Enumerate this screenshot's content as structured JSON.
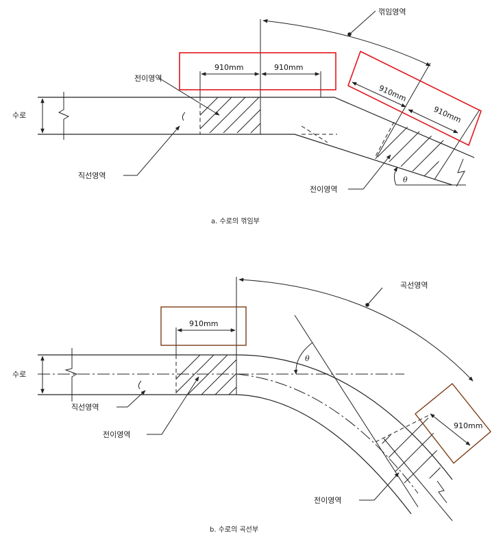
{
  "diagram_a": {
    "label_water": "수로",
    "label_straight": "직선영역",
    "label_transition_left": "전이영역",
    "label_transition_right": "전이영역",
    "label_bend": "꺾임영역",
    "dim_1": "910mm",
    "dim_2": "910mm",
    "dim_3": "910mm",
    "dim_4": "910mm",
    "theta": "θ",
    "caption": "a. 수로의 꺾임부",
    "highlight_color": "#e2141b"
  },
  "diagram_b": {
    "label_water": "수로",
    "label_straight": "직선영역",
    "label_transition_left": "전이영역",
    "label_transition_right": "전이영역",
    "label_curve": "곡선영역",
    "dim_1": "910mm",
    "dim_2": "910mm",
    "theta": "θ",
    "caption": "b. 수로의 곡선부",
    "highlight_color": "#7a3b14"
  }
}
